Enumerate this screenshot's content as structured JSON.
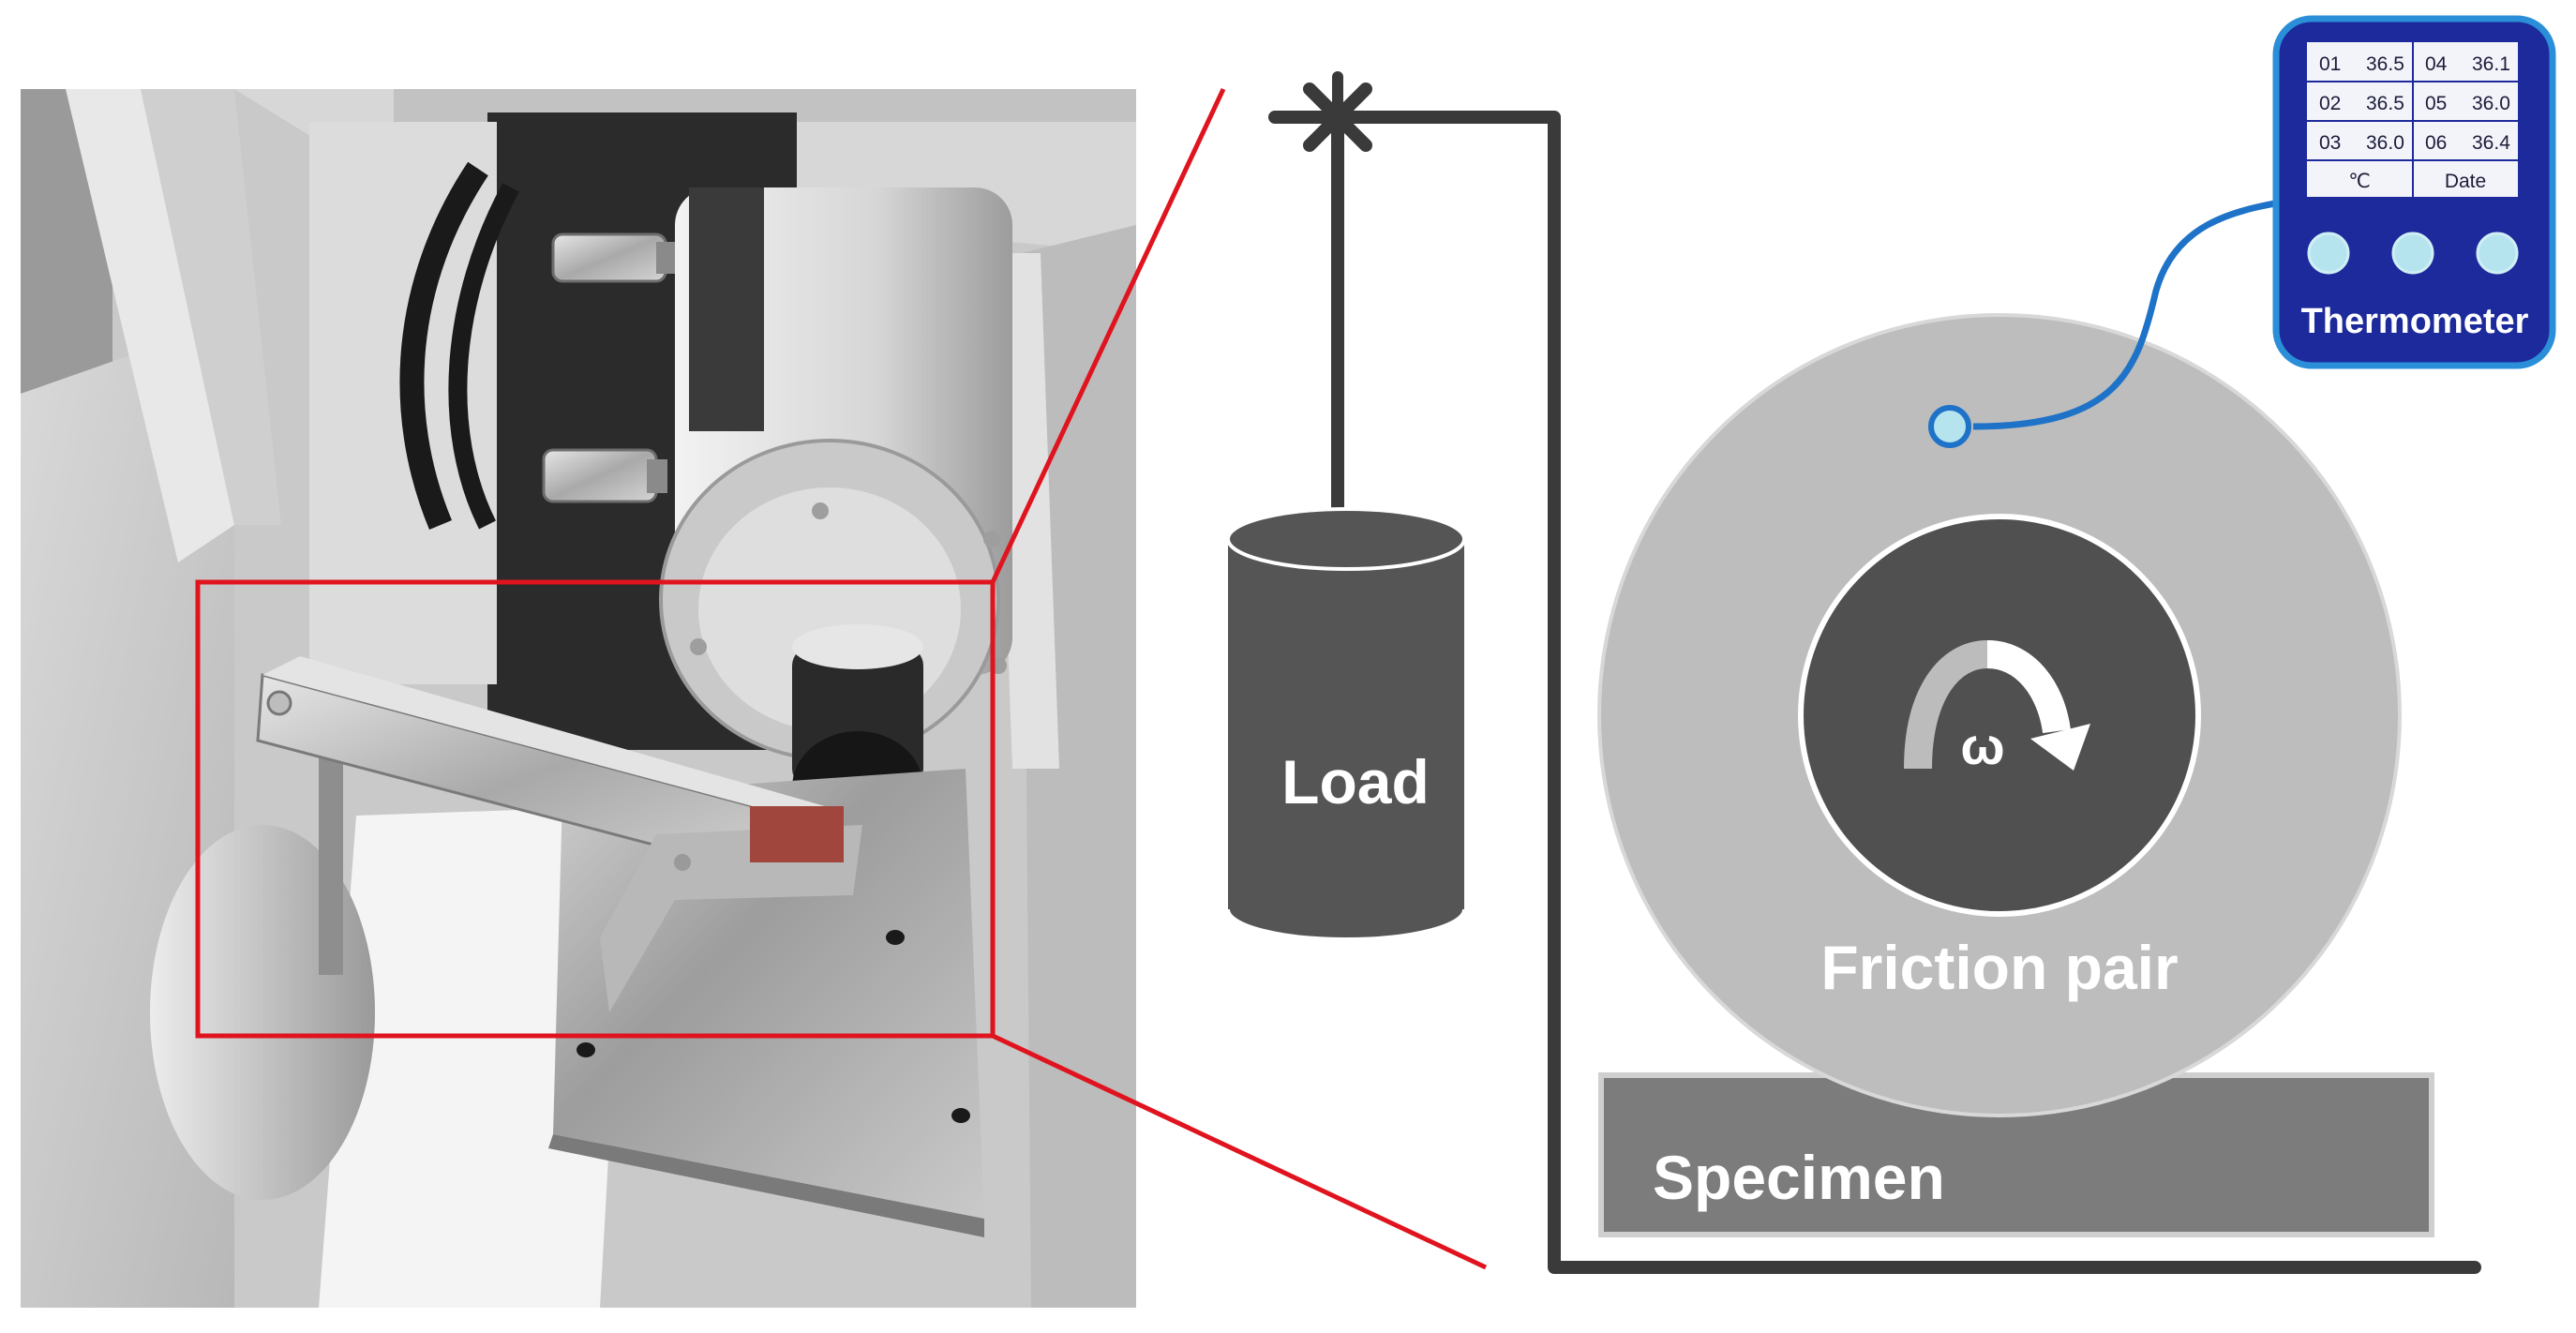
{
  "labels": {
    "load": "Load",
    "friction_pair": "Friction pair",
    "specimen": "Specimen",
    "thermometer": "Thermometer",
    "omega": "ω"
  },
  "thermometer_table": {
    "rows": [
      [
        "01",
        "36.5",
        "04",
        "36.1"
      ],
      [
        "02",
        "36.5",
        "05",
        "36.0"
      ],
      [
        "03",
        "36.0",
        "06",
        "36.4"
      ]
    ],
    "footer": [
      "℃",
      "Date"
    ]
  },
  "colors": {
    "highlight_box": "#e0141e",
    "frame": "#3a3a3a",
    "load_weight": "#555555",
    "disk_outer": "#bdbdbd",
    "disk_inner": "#505050",
    "specimen": "#7c7c7c",
    "thermometer_body": "#1d2a9c",
    "thermometer_border": "#2a8fd8",
    "sensor_wire": "#1e73c8",
    "sensor_tip": "#b6e4ee"
  }
}
